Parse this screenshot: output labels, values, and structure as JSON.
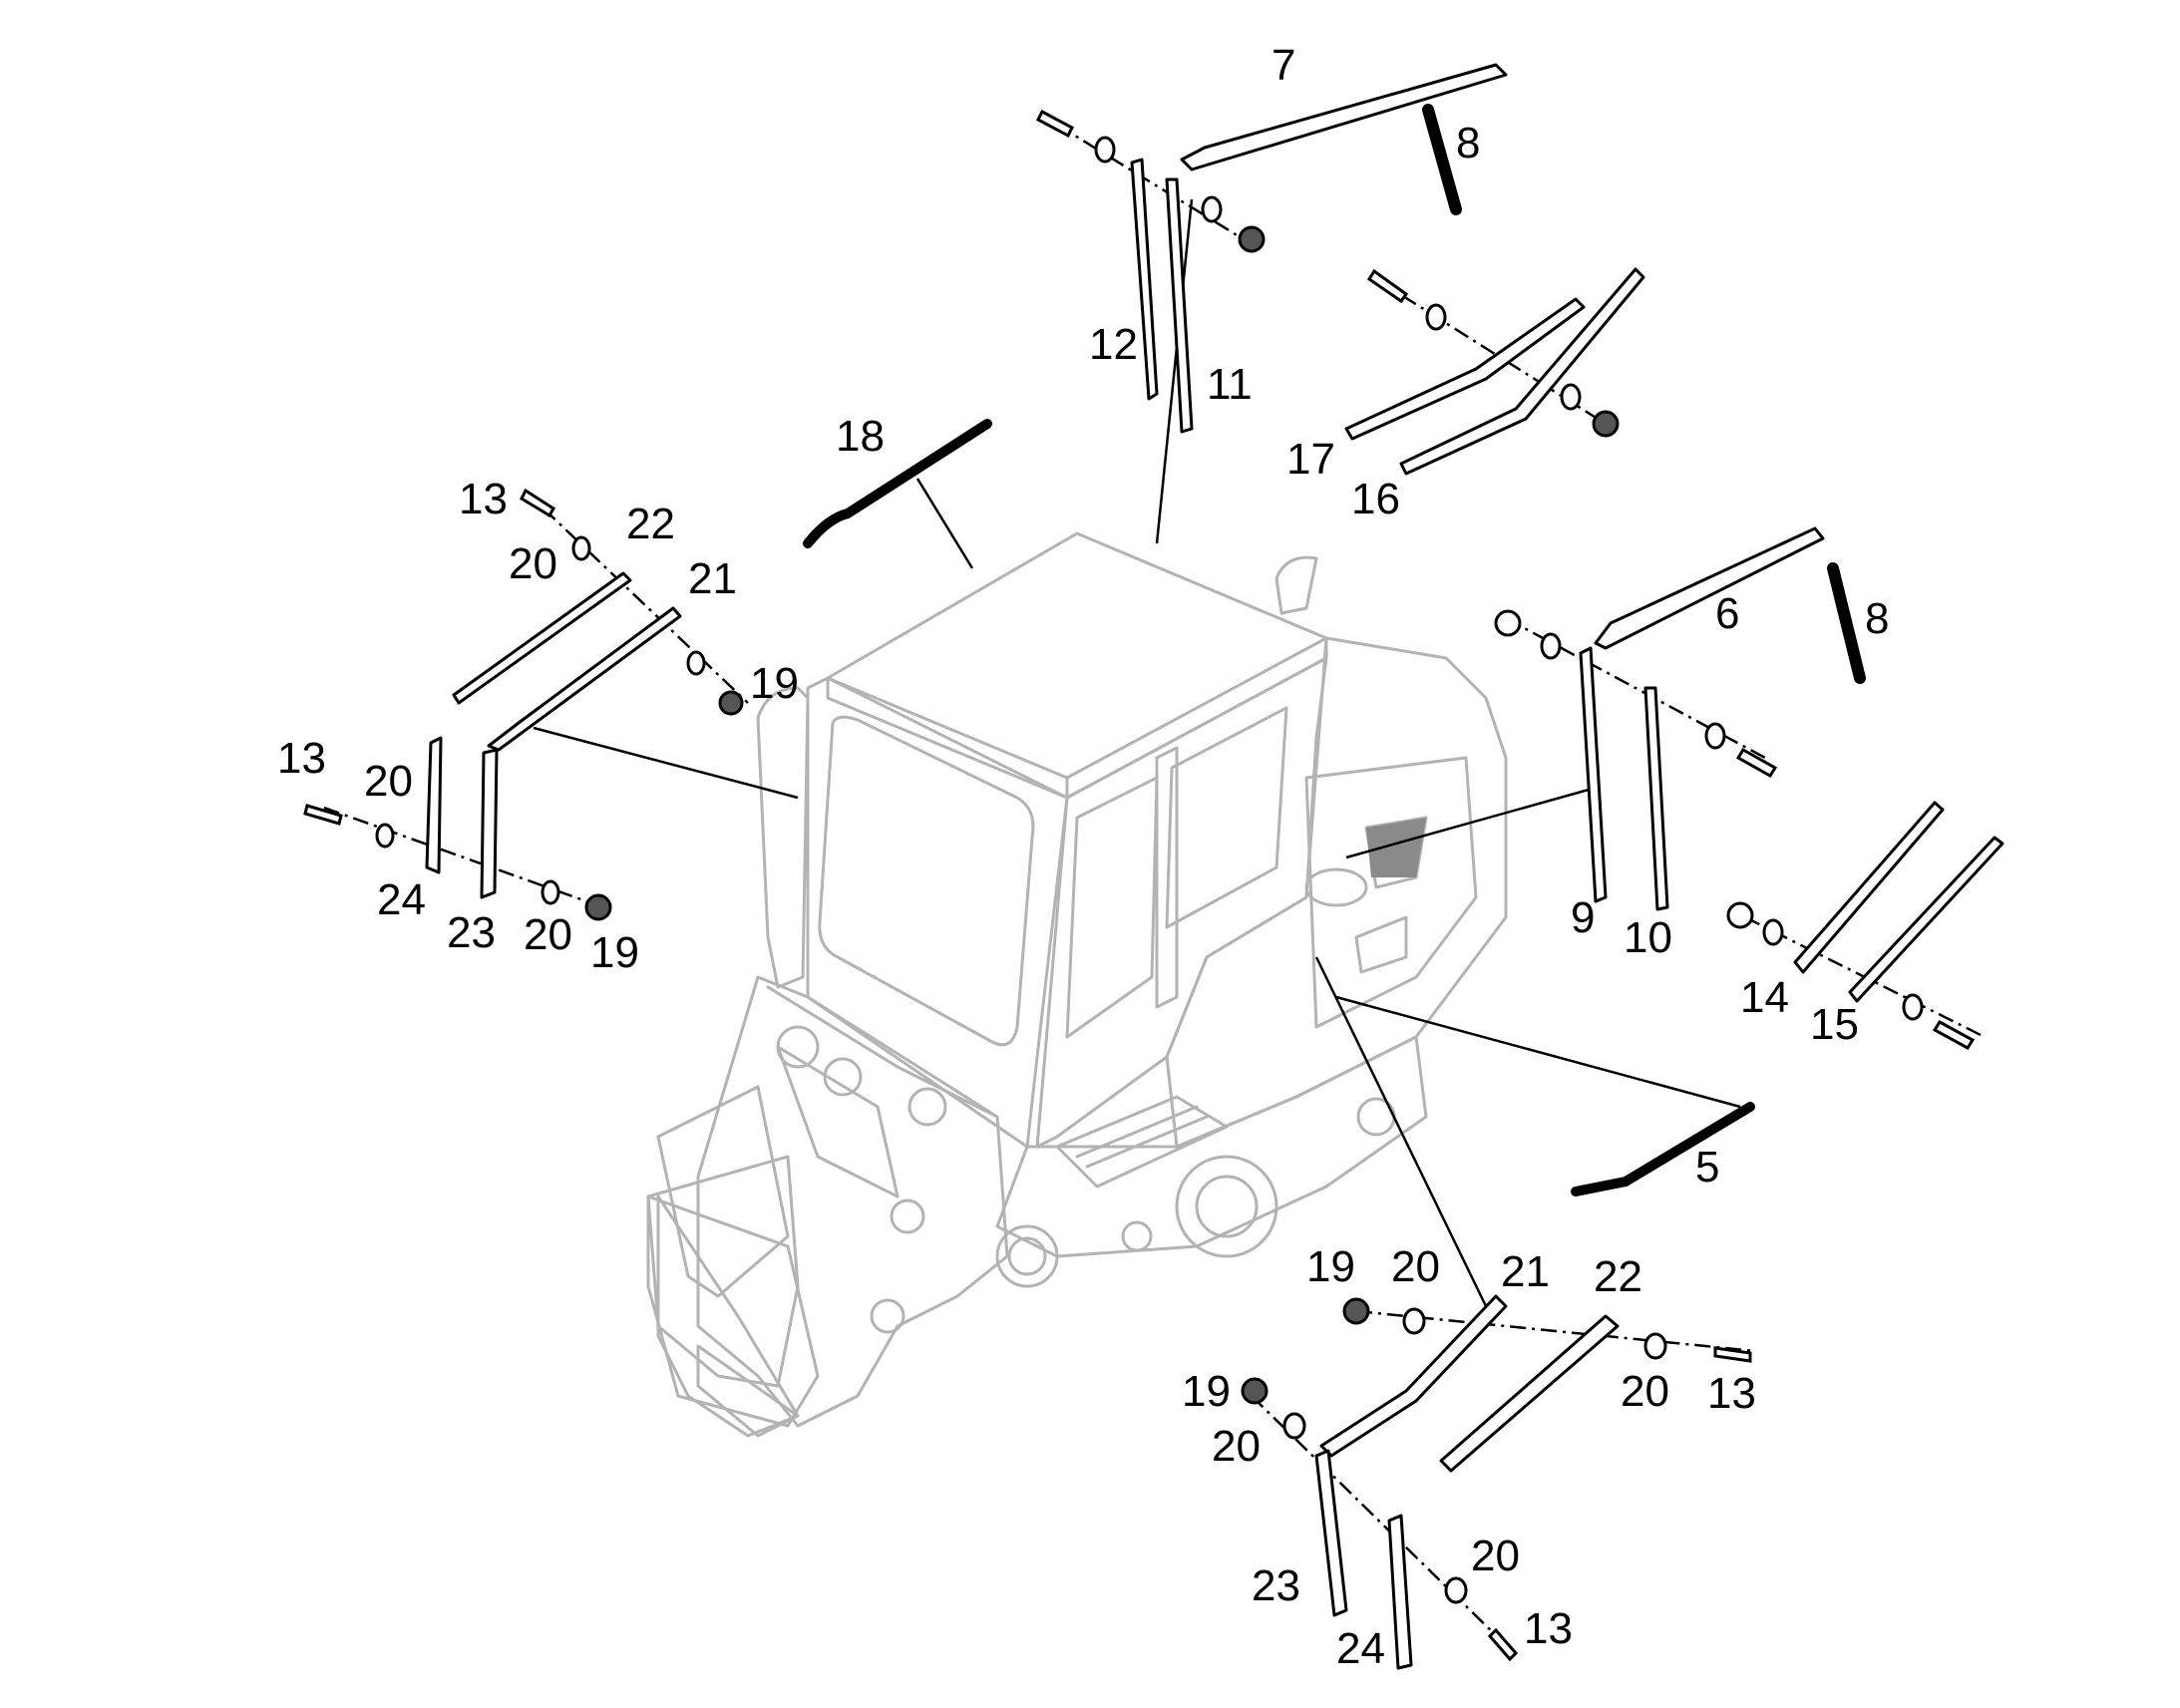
{
  "callouts": {
    "c7": "7",
    "c8a": "8",
    "c8b": "8",
    "c6": "6",
    "c5": "5",
    "c9": "9",
    "c10": "10",
    "c11": "11",
    "c12": "12",
    "c14": "14",
    "c15": "15",
    "c16": "16",
    "c17": "17",
    "c18": "18",
    "c13a": "13",
    "c20a": "20",
    "c22a": "22",
    "c21a": "21",
    "c19a": "19",
    "c13b": "13",
    "c20b": "20",
    "c24a": "24",
    "c23a": "23",
    "c20c": "20",
    "c19b": "19",
    "c19c": "19",
    "c20d": "20",
    "c21b": "21",
    "c22b": "22",
    "c20e": "20",
    "c13c": "13",
    "c19d": "19",
    "c20f": "20",
    "c23b": "23",
    "c24b": "24",
    "c20g": "20",
    "c13d": "13"
  }
}
